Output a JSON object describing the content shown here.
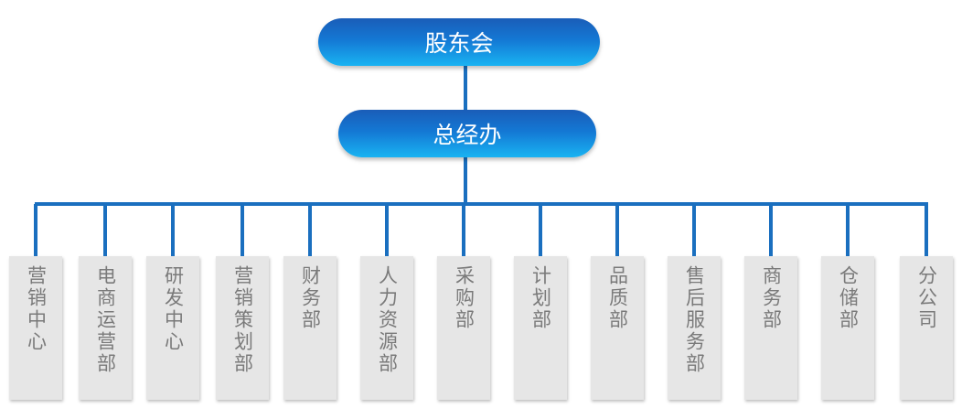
{
  "chart": {
    "top": "股东会",
    "second": "总经办",
    "departments": [
      "营销中心",
      "电商运营部",
      "研发中心",
      "营销策划部",
      "财务部",
      "人力资源部",
      "采购部",
      "计划部",
      "品质部",
      "售后服务部",
      "商务部",
      "仓储部",
      "分公司"
    ]
  },
  "colors": {
    "line": "#1a6fbf",
    "pill_dark": "#1a5db8",
    "pill_light": "#19b3f2",
    "box": "#e6e6e6",
    "box_text": "#7a7a7a"
  }
}
